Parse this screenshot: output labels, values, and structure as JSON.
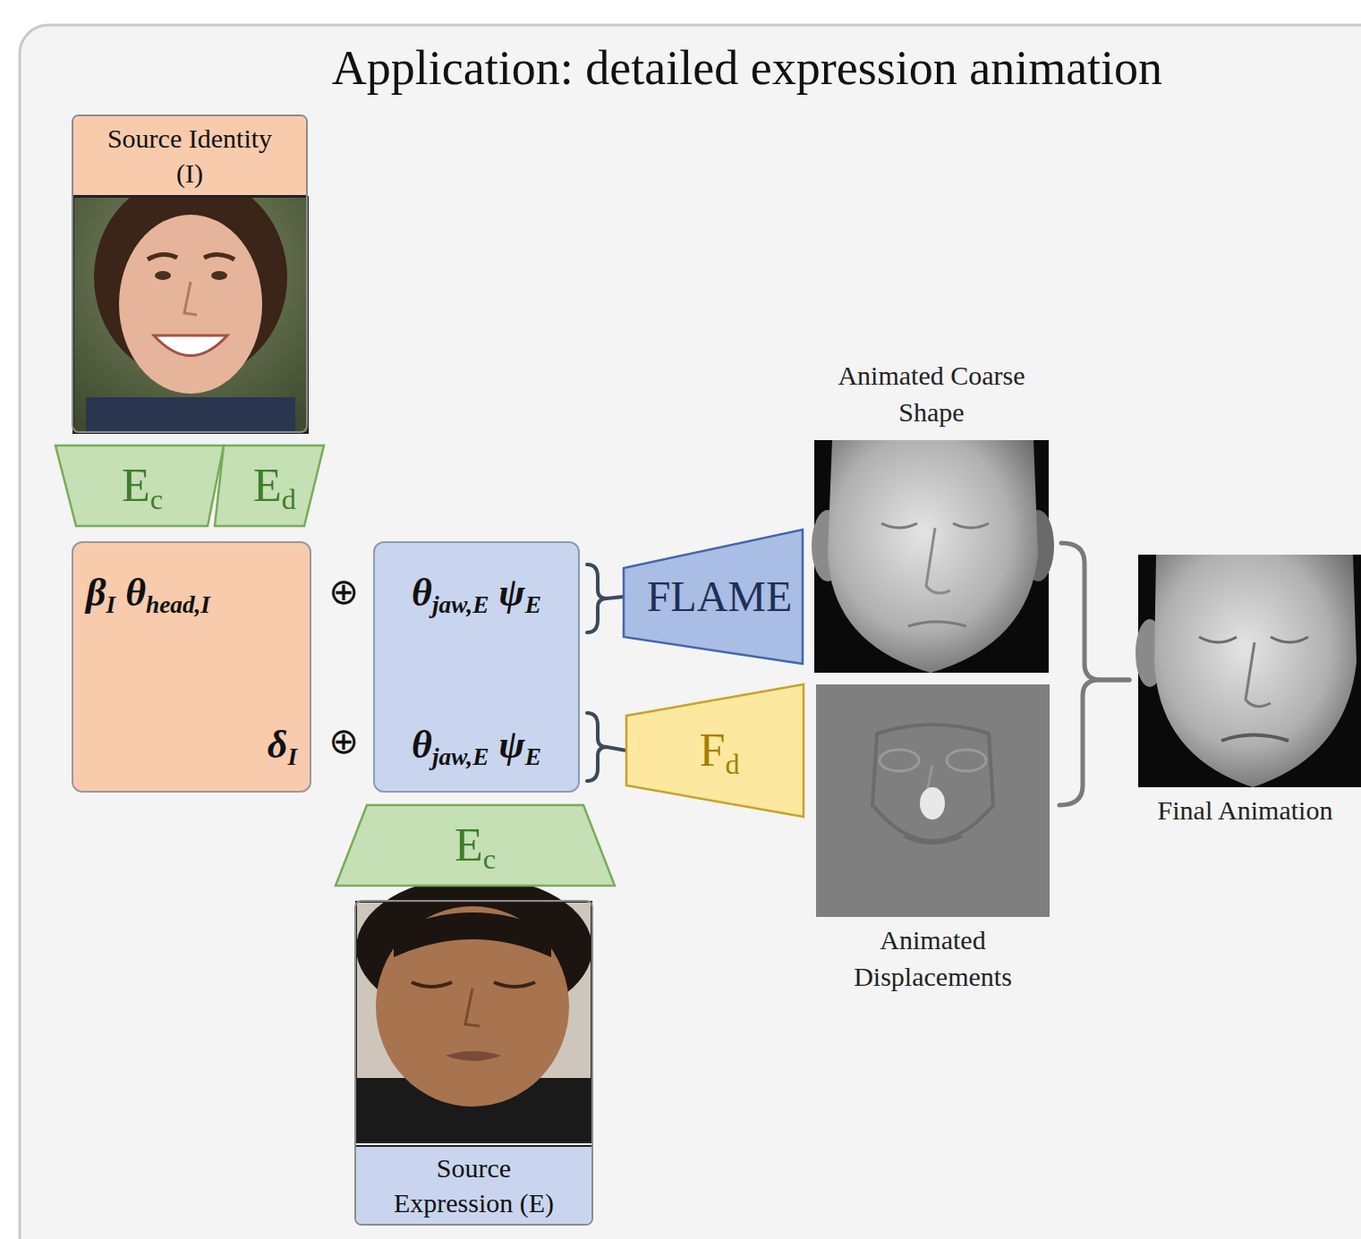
{
  "diagram": {
    "title": "Application: detailed expression animation",
    "nodes": [
      {
        "text": [
          "Source Identity (I)"
        ]
      },
      {
        "text": [
          "Ec"
        ]
      },
      {
        "text": [
          "Ed"
        ]
      },
      {
        "text": [
          "βI θhead,I",
          "δI"
        ]
      },
      {
        "text": [
          "θjaw,E ψE",
          "θjaw,E ψE"
        ]
      },
      {
        "text": [
          "FLAME"
        ]
      },
      {
        "text": [
          "Fd"
        ]
      },
      {
        "text": [
          "Ec"
        ]
      },
      {
        "text": [
          "Source Expression (E)"
        ]
      },
      {
        "text": [
          "Animated Coarse Shape"
        ]
      },
      {
        "text": [
          "Animated Displacements"
        ]
      },
      {
        "text": [
          "Final Animation"
        ]
      }
    ],
    "edges": [
      {
        "from": 4,
        "to": 5,
        "arrow": "none"
      },
      {
        "from": 4,
        "to": 6,
        "arrow": "none"
      },
      {
        "from": 9,
        "to": 11,
        "arrow": "none"
      },
      {
        "from": 10,
        "to": 11,
        "arrow": "none"
      }
    ],
    "labels": [
      "⊕",
      "⊕"
    ]
  }
}
